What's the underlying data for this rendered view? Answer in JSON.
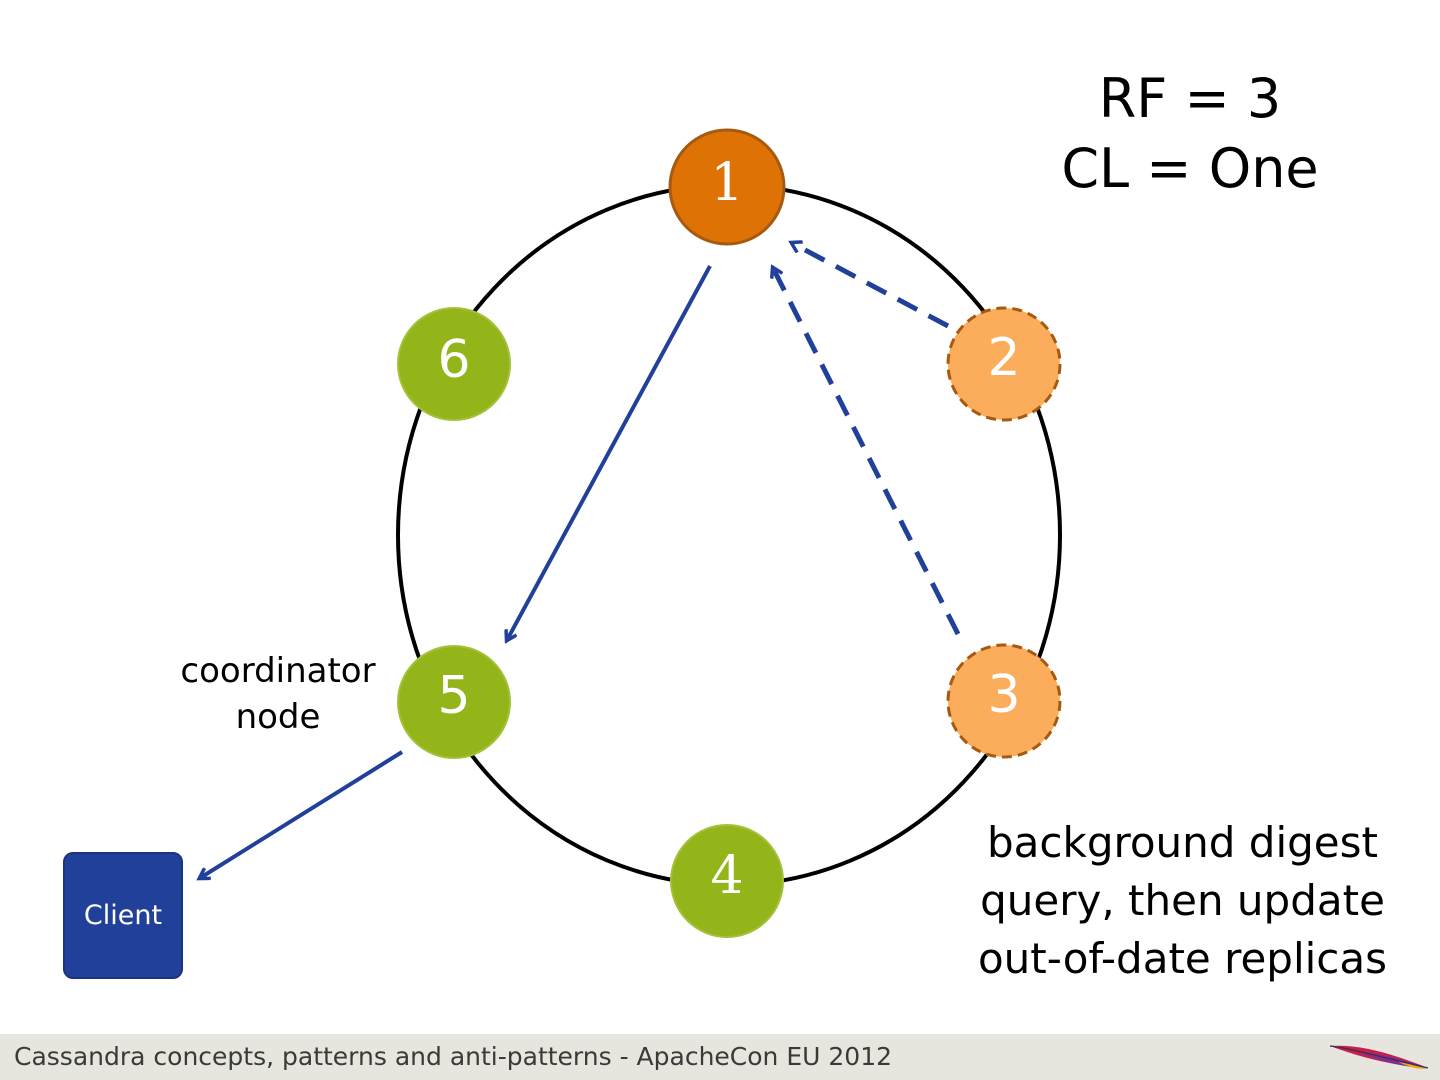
{
  "diagram": {
    "rf_label": "RF = 3",
    "cl_label": "CL = One",
    "coordinator_label_line1": "coordinator",
    "coordinator_label_line2": "node",
    "background_note_line1": "background digest",
    "background_note_line2": "query, then update",
    "background_note_line3": "out-of-date replicas",
    "client_label": "Client",
    "nodes": [
      {
        "id": "1",
        "label": "1",
        "role": "primary-replica",
        "color": "#de7204"
      },
      {
        "id": "2",
        "label": "2",
        "role": "out-of-date-replica",
        "color": "#fbad5b"
      },
      {
        "id": "3",
        "label": "3",
        "role": "out-of-date-replica",
        "color": "#fbad5b"
      },
      {
        "id": "4",
        "label": "4",
        "role": "node",
        "color": "#94b51a"
      },
      {
        "id": "5",
        "label": "5",
        "role": "coordinator",
        "color": "#94b51a"
      },
      {
        "id": "6",
        "label": "6",
        "role": "node",
        "color": "#94b51a"
      }
    ],
    "edges": [
      {
        "from": "1",
        "to": "5",
        "style": "solid"
      },
      {
        "from": "5",
        "to": "client",
        "style": "solid"
      },
      {
        "from": "2",
        "to": "1",
        "style": "dashed"
      },
      {
        "from": "3",
        "to": "1",
        "style": "dashed"
      }
    ],
    "colors": {
      "ring": "#000000",
      "arrow": "#21409a",
      "client": "#21409a",
      "replica_border": "#a55a10"
    }
  },
  "footer": {
    "text": "Cassandra concepts, patterns and anti-patterns - ApacheCon EU 2012",
    "logo": "apache-feather-icon"
  }
}
